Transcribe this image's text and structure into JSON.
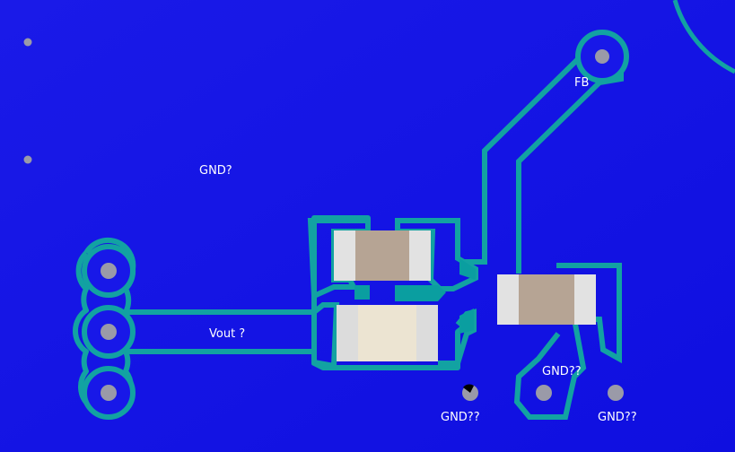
{
  "colors": {
    "board": "#1515e8",
    "board_dark": "#0d0dd6",
    "copper_outline": "#12a2a2",
    "teal_fill": "#0a9ea0",
    "pad_ring": "#1b1bea",
    "drill": "#9a9aa8",
    "smd_end": "#dcdcdc",
    "smd_body": "#b7a595",
    "smd_body_light": "#efe8d6"
  },
  "labels": {
    "fb": "FB",
    "gnd_top": "GND?",
    "vout": "Vout ?",
    "gnd_mid": "GND??",
    "gnd_bl": "GND??",
    "gnd_br": "GND??"
  },
  "components": [
    {
      "id": "c-top",
      "kind": "ceramic-capacitor"
    },
    {
      "id": "c-bottom",
      "kind": "ceramic-capacitor"
    },
    {
      "id": "c-right",
      "kind": "ceramic-capacitor"
    }
  ],
  "through_holes": [
    "header-pin-1",
    "header-pin-2",
    "header-pin-3",
    "fb-via",
    "gnd-via-1",
    "gnd-via-2",
    "gnd-via-3"
  ]
}
